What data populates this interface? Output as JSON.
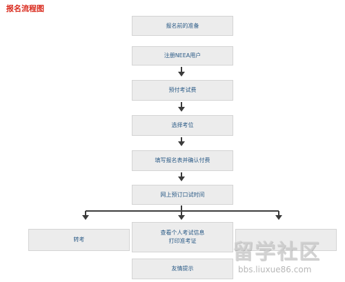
{
  "title": "报名流程图",
  "steps": [
    "报名前的准备",
    "注册NEEA用户",
    "预付考试费",
    "选择考位",
    "填写报名表并确认付费",
    "网上预订口试时间"
  ],
  "branches": {
    "left": "转考",
    "middle_line1": "查看个人考试信息",
    "middle_line2": "打印准考证",
    "right": "",
    "bottom": "友情提示"
  },
  "watermark": {
    "text": "留学社区",
    "url": "bbs.liuxue86.com"
  },
  "colors": {
    "title": "#d9281b",
    "box_fill": "#ececec",
    "box_text": "#2a5a86",
    "connector": "#3b3b3b"
  }
}
